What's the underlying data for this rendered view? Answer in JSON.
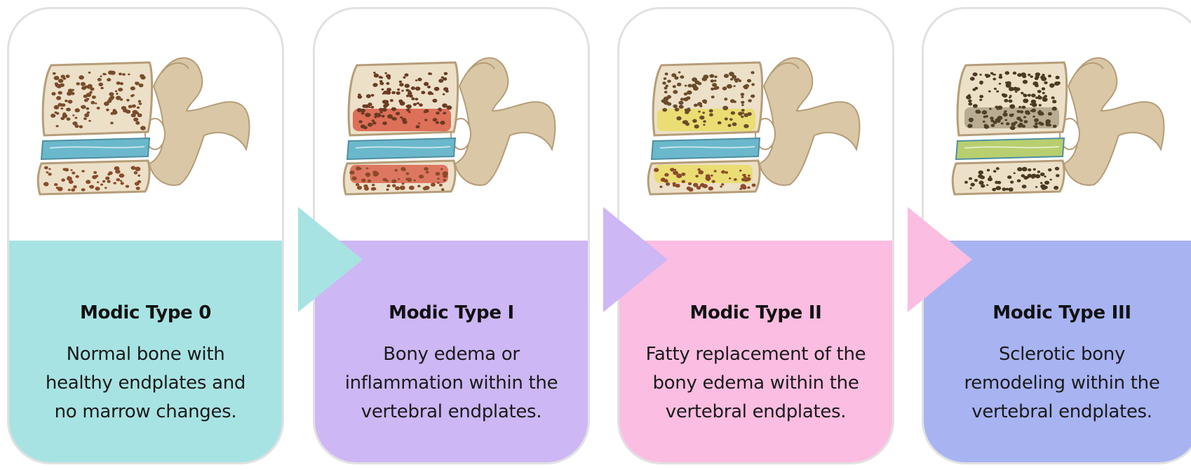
{
  "panels": [
    {
      "title": "Modic Type 0",
      "lines": [
        "Normal bone with",
        "healthy endplates and",
        "no marrow changes."
      ],
      "band_color": "#a8e3e3",
      "marrow_color": "#d97a3a",
      "disc_color": "#6bb8cc",
      "icon": "vertebra-normal-illustration"
    },
    {
      "title": "Modic Type I",
      "lines": [
        "Bony edema or",
        "inflammation within the",
        "vertebral endplates."
      ],
      "band_color": "#cdb7f4",
      "marrow_color": "#d94a34",
      "disc_color": "#6bb8cc",
      "icon": "vertebra-edema-illustration"
    },
    {
      "title": "Modic Type II",
      "lines": [
        "Fatty replacement of the",
        "bony edema within the",
        "vertebral endplates."
      ],
      "band_color": "#fbbde1",
      "marrow_color": "#e9dc4e",
      "disc_color": "#6bb8cc",
      "icon": "vertebra-fatty-illustration"
    },
    {
      "title": "Modic Type III",
      "lines": [
        "Sclerotic bony",
        "remodeling within the",
        "vertebral endplates."
      ],
      "band_color": "#a8b3f2",
      "marrow_color": "#5a4a30",
      "disc_color": "#b7cf6e",
      "icon": "vertebra-sclerotic-illustration"
    }
  ]
}
